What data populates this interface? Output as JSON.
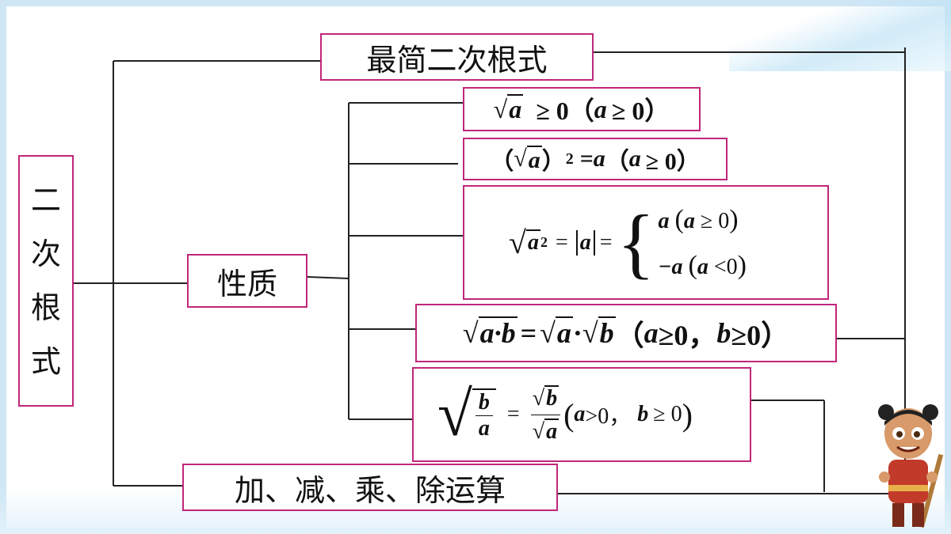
{
  "root_title": [
    "二",
    "次",
    "根",
    "式"
  ],
  "simplest": "最简二次根式",
  "properties": "性质",
  "operations": "加、减、乘、除运算",
  "formulas": {
    "f1": {
      "a": "a",
      "ge0": "≥ 0（",
      "a2": "a",
      "ge0b": "≥ 0）"
    },
    "f2": {
      "open": "（",
      "a": "a",
      "close": "）",
      "exp": "2",
      "eq": "= ",
      "a2": "a",
      "cond": "（",
      "a3": "a",
      "ge0": "≥ 0）"
    },
    "f3": {
      "a": "a",
      "exp": "2",
      "eq1": "=",
      "abs": "a",
      "eq2": "=",
      "case1_a": "a",
      "case1_cond": "a",
      "case1_rel": "≥ 0",
      "case2_a": "−a",
      "case2_cond": "a",
      "case2_rel": "<0"
    },
    "f4": {
      "a": "a",
      "dot": "·",
      "b": "b",
      "eq": "=",
      "a2": "a",
      "dot2": "·",
      "b2": "b",
      "cond": "（",
      "a3": "a",
      "ge": "≥0，",
      "b3": "b",
      "ge2": "≥0）"
    },
    "f5": {
      "num": "b",
      "den": "a",
      "eq": "=",
      "rnum": "b",
      "rden": "a",
      "cond_a": "a",
      "cond_gt": ">0，",
      "cond_b": "b",
      "cond_ge": "≥ 0"
    }
  },
  "colors": {
    "box_border": "#c0277a",
    "line": "#222222",
    "frame": "#cfe6f5"
  }
}
